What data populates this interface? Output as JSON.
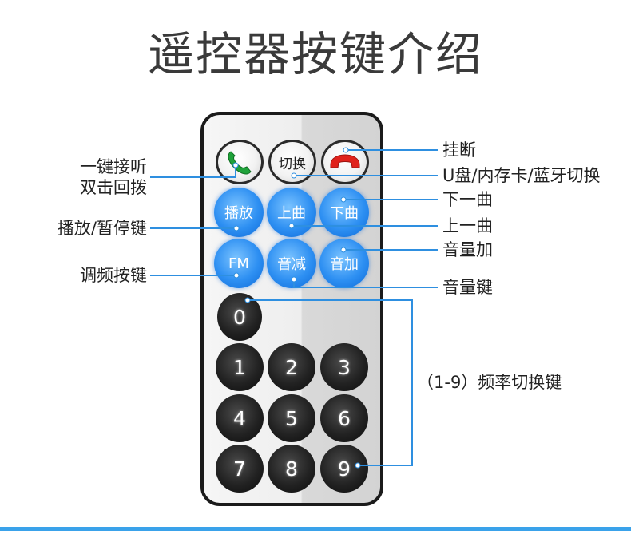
{
  "title": "遥控器按键介绍",
  "buttons": {
    "row1": {
      "answer": "",
      "switch": "切换",
      "hangup": ""
    },
    "row2": {
      "play": "播放",
      "prev": "上曲",
      "next": "下曲"
    },
    "row3": {
      "fm": "FM",
      "vol_down": "音减",
      "vol_up": "音加"
    },
    "numbers": [
      "0",
      "1",
      "2",
      "3",
      "4",
      "5",
      "6",
      "7",
      "8",
      "9"
    ]
  },
  "labels": {
    "call_line1": "一键接听",
    "call_line2": "双击回拨",
    "play_pause": "播放/暂停键",
    "tune": "调频按键",
    "hangup": "挂断",
    "source_switch": "U盘/内存卡/蓝牙切换",
    "next_track": "下一曲",
    "prev_track": "上一曲",
    "vol_up": "音量加",
    "volume": "音量键",
    "freq_switch": "（1-9）频率切换键"
  },
  "colors": {
    "accent_blue": "#3aa2ea",
    "button_blue": "#2d8ff2",
    "answer_green": "#1fa23a",
    "hangup_red": "#e0221c"
  },
  "icons": {
    "answer": "phone-answer-icon",
    "hangup": "phone-hangup-icon"
  }
}
